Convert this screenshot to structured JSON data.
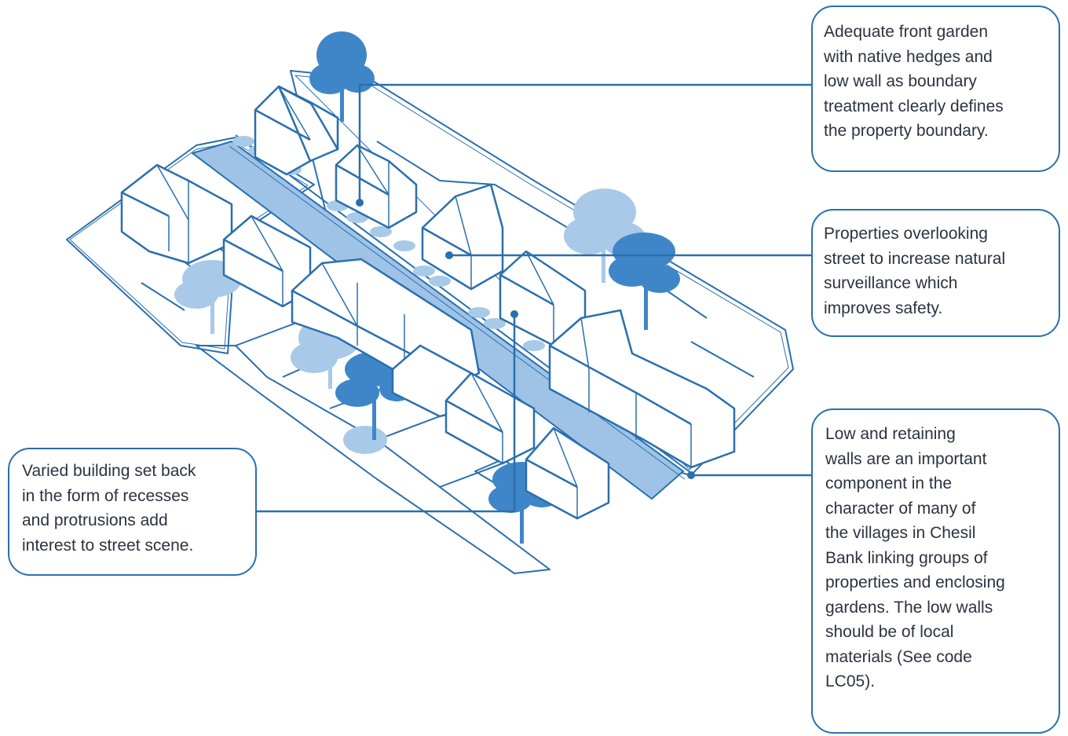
{
  "colors": {
    "line": "#2a6fae",
    "road": "#9ec3e6",
    "tree_dark": "#3f86c8",
    "tree_light": "#a9c9e8",
    "text": "#2b3340"
  },
  "callouts": {
    "front_garden": " Adequate front garden\nwith native hedges and\nlow wall as boundary\ntreatment clearly defines\nthe property boundary.",
    "overlooking": " Properties overlooking\nstreet to increase natural\nsurveillance which\nimproves safety.",
    "low_walls": " Low and retaining\nwalls are an important\ncomponent in the\ncharacter of many of\nthe villages in Chesil\nBank linking groups of\nproperties and enclosing\ngardens. The low walls\nshould be of local\nmaterials (See code\nLC05).",
    "set_back": " Varied building set back\nin the form of recesses\nand protrusions add\ninterest to street scene."
  }
}
